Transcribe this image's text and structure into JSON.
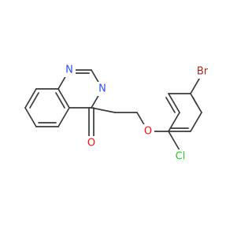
{
  "molecule": {
    "colors": {
      "bond": "#3a3a3a",
      "N": "#3050f8",
      "O": "#ff0d0d",
      "Cl": "#1fd01f",
      "Br": "#a62929"
    },
    "atoms": [
      {
        "id": "N1",
        "label": "N",
        "element": "N"
      },
      {
        "id": "N3",
        "label": "N",
        "element": "N"
      },
      {
        "id": "O_carbonyl",
        "label": "O",
        "element": "O"
      },
      {
        "id": "O_ether",
        "label": "O",
        "element": "O"
      },
      {
        "id": "Cl",
        "label": "Cl",
        "element": "Cl"
      },
      {
        "id": "Br",
        "label": "Br",
        "element": "Br"
      }
    ]
  }
}
